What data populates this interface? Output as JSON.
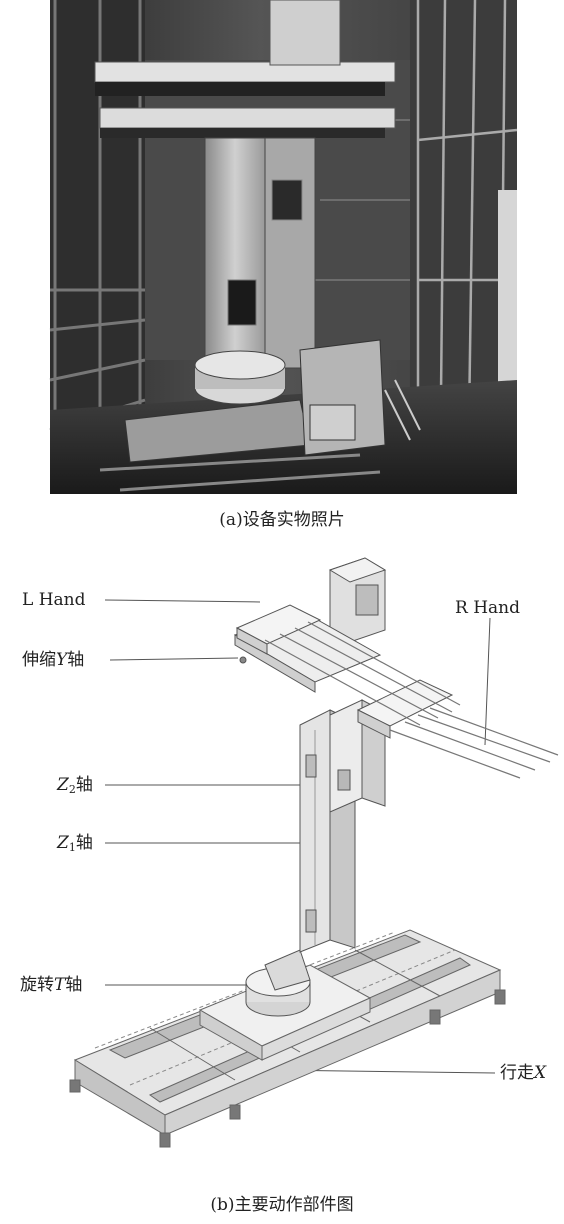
{
  "panel_a": {
    "caption": "(a)设备实物照片"
  },
  "panel_b": {
    "caption": "(b)主要动作部件图",
    "labels": {
      "l_hand": "L Hand",
      "r_hand": "R Hand",
      "y_axis_prefix": "伸缩",
      "y_axis_letter": "Y",
      "y_axis_suffix": "轴",
      "z2_letter": "Z",
      "z2_sub": "2",
      "z2_suffix": "轴",
      "z1_letter": "Z",
      "z1_sub": "1",
      "z1_suffix": "轴",
      "t_axis_prefix": "旋转",
      "t_axis_letter": "T",
      "t_axis_suffix": "轴",
      "x_axis_prefix": "行走",
      "x_axis_letter": "X"
    }
  },
  "colors": {
    "leader_line": "#555555",
    "photo_dark": "#1e1e1e",
    "metal_light": "#e4e4e4",
    "metal_mid": "#c8c8c8",
    "metal_dark": "#9a9a9a"
  }
}
